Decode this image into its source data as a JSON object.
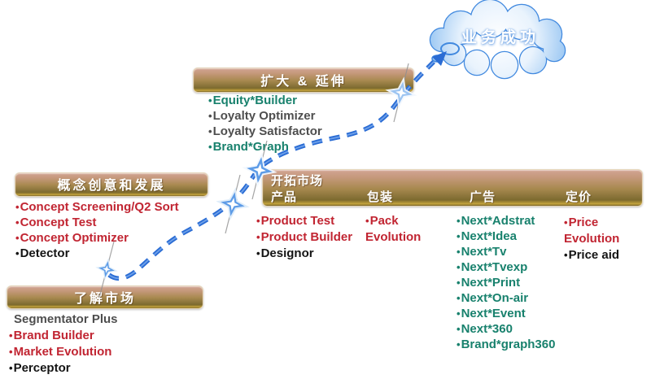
{
  "cloud": {
    "label": "业务成功"
  },
  "palette": {
    "red": "#c12532",
    "teal": "#18816d",
    "gray": "#4e4e4e",
    "black": "#141414",
    "bar_gradient_top": "#d2a493",
    "bar_gradient_bottom": "#7c6a2e",
    "bar_gold_edge": "#c5a43e",
    "bar_text": "#ffffff",
    "arrow_blue": "#2a6cd4",
    "cloud_stroke": "#4189df"
  },
  "panels": {
    "expand": {
      "title": "扩大 & 延伸",
      "items": [
        {
          "label": "Equity*Builder",
          "color": "teal",
          "bullet": true
        },
        {
          "label": "Loyalty Optimizer",
          "color": "gray",
          "bullet": true
        },
        {
          "label": "Loyalty Satisfactor",
          "color": "gray",
          "bullet": true
        },
        {
          "label": "Brand*Graph",
          "color": "teal",
          "bullet": true
        }
      ]
    },
    "concept": {
      "title": "概念创意和发展",
      "items": [
        {
          "label": "Concept Screening/Q2 Sort",
          "color": "red",
          "bullet": true
        },
        {
          "label": "Concept Test",
          "color": "red",
          "bullet": true
        },
        {
          "label": "Concept Optimizer",
          "color": "red",
          "bullet": true
        },
        {
          "label": "Detector",
          "color": "black",
          "bullet": true
        }
      ]
    },
    "explore": {
      "title": "开拓市场",
      "columns": [
        {
          "header": "产品",
          "items": [
            {
              "label": "Product Test",
              "color": "red",
              "bullet": true
            },
            {
              "label": "Product Builder",
              "color": "red",
              "bullet": true
            },
            {
              "label": "Designor",
              "color": "black",
              "bullet": true
            }
          ]
        },
        {
          "header": "包装",
          "items": [
            {
              "label": "Pack Evolution",
              "color": "red",
              "bullet": true
            }
          ]
        },
        {
          "header": "广告",
          "items": [
            {
              "label": "Next*Adstrat",
              "color": "teal",
              "bullet": true
            },
            {
              "label": "Next*Idea",
              "color": "teal",
              "bullet": true
            },
            {
              "label": "Next*Tv",
              "color": "teal",
              "bullet": true
            },
            {
              "label": "Next*Tvexp",
              "color": "teal",
              "bullet": true
            },
            {
              "label": "Next*Print",
              "color": "teal",
              "bullet": true
            },
            {
              "label": "Next*On-air",
              "color": "teal",
              "bullet": true
            },
            {
              "label": "Next*Event",
              "color": "teal",
              "bullet": true
            },
            {
              "label": "Next*360",
              "color": "teal",
              "bullet": true
            },
            {
              "label": "Brand*graph360",
              "color": "teal",
              "bullet": true
            }
          ]
        },
        {
          "header": "定价",
          "items": [
            {
              "label": "Price Evolution",
              "color": "red",
              "bullet": true
            },
            {
              "label": "Price aid",
              "color": "black",
              "bullet": true
            }
          ]
        }
      ]
    },
    "understand": {
      "title": "了解市场",
      "items": [
        {
          "label": "Segmentator Plus",
          "color": "gray",
          "bullet": false
        },
        {
          "label": "Brand Builder",
          "color": "red",
          "bullet": true
        },
        {
          "label": "Market Evolution",
          "color": "red",
          "bullet": true
        },
        {
          "label": "Perceptor",
          "color": "black",
          "bullet": true
        }
      ]
    }
  }
}
